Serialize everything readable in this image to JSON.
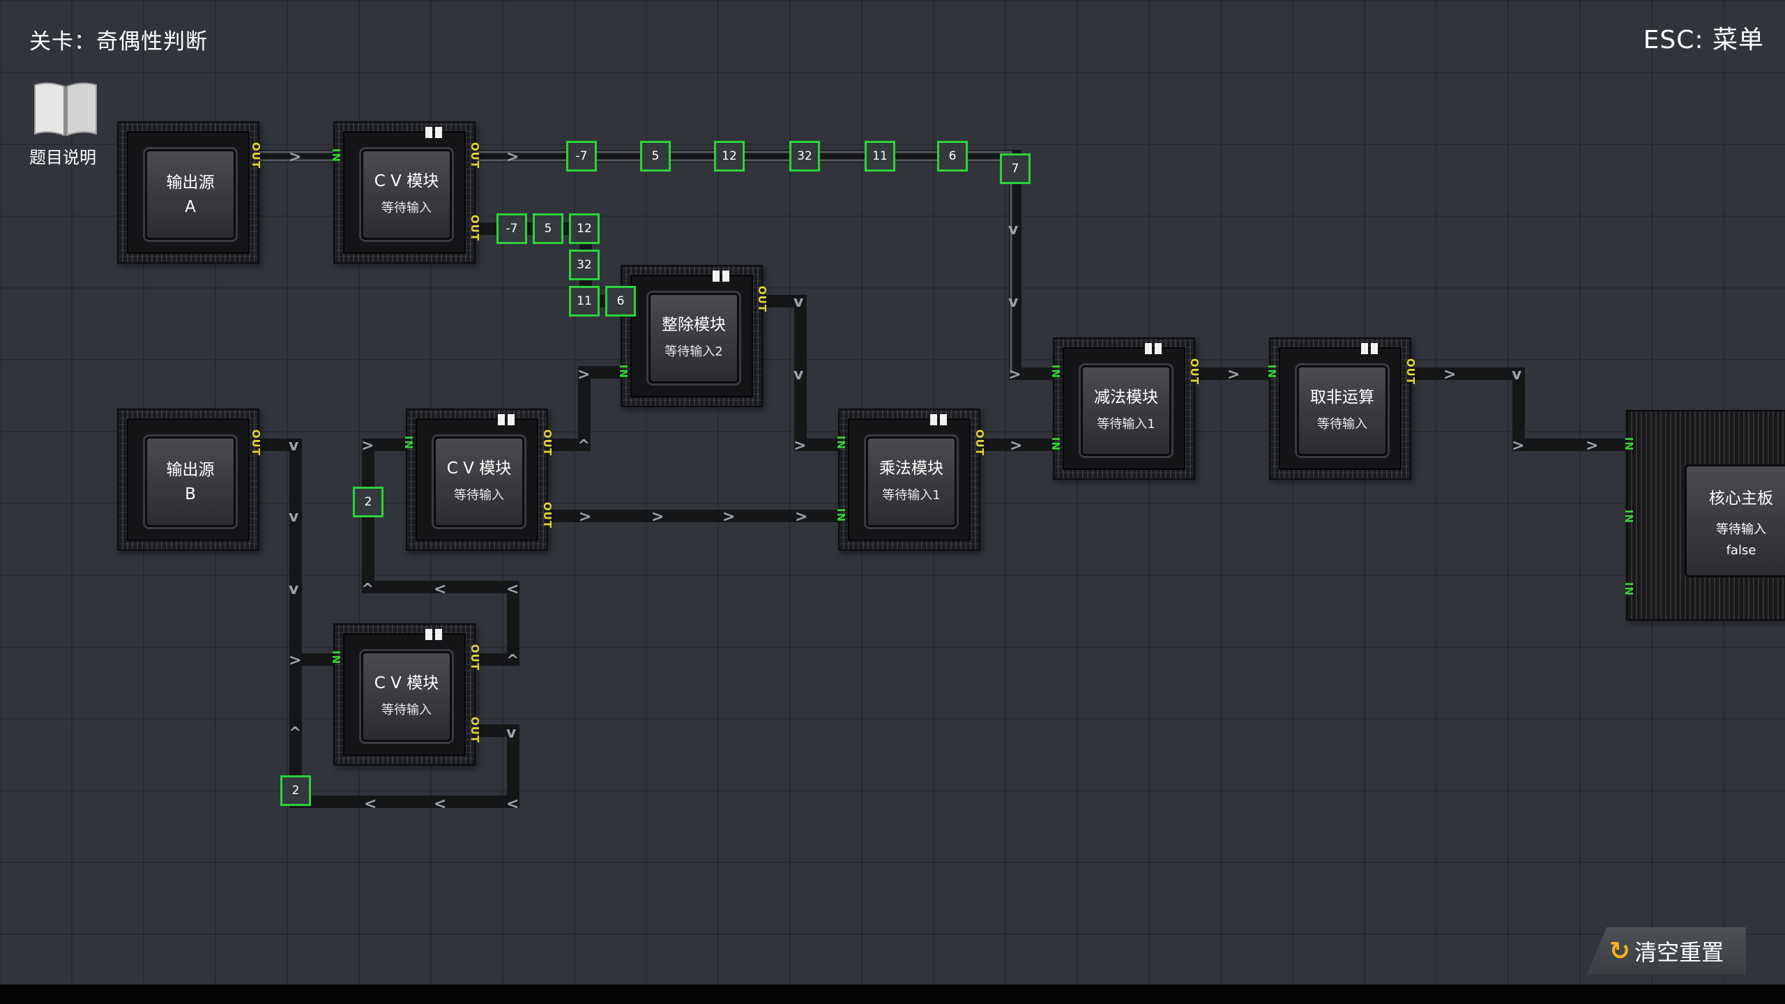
{
  "hud": {
    "level_title": "关卡：奇偶性判断",
    "esc_menu": "ESC: 菜单",
    "book_label": "题目说明",
    "reset_label": "清空重置"
  },
  "colors": {
    "token_border": "#2bd33b",
    "port_out": "#e3d62f",
    "port_in": "#38d238",
    "reset_icon": "#f0b21b"
  },
  "ports": {
    "out": "OUT",
    "in": "IN"
  },
  "modules": {
    "src_a": {
      "name": "输出源",
      "sub": "A"
    },
    "src_b": {
      "name": "输出源",
      "sub": "B"
    },
    "cv1": {
      "name": "C V 模块",
      "sub": "等待输入"
    },
    "cv2": {
      "name": "C V 模块",
      "sub": "等待输入"
    },
    "cv3": {
      "name": "C V 模块",
      "sub": "等待输入"
    },
    "div": {
      "name": "整除模块",
      "sub": "等待输入2"
    },
    "mul": {
      "name": "乘法模块",
      "sub": "等待输入1"
    },
    "sub": {
      "name": "减法模块",
      "sub": "等待输入1"
    },
    "not": {
      "name": "取非运算",
      "sub": "等待输入"
    },
    "core": {
      "name": "核心主板",
      "sub": "等待输入",
      "value": "false"
    }
  },
  "tokens": {
    "top_row": [
      "-7",
      "5",
      "12",
      "32",
      "11",
      "6",
      "7"
    ],
    "cv1_lower": [
      "-7",
      "5",
      "12",
      "32",
      "11",
      "6"
    ],
    "left_mid": "2",
    "left_bottom": "2"
  }
}
